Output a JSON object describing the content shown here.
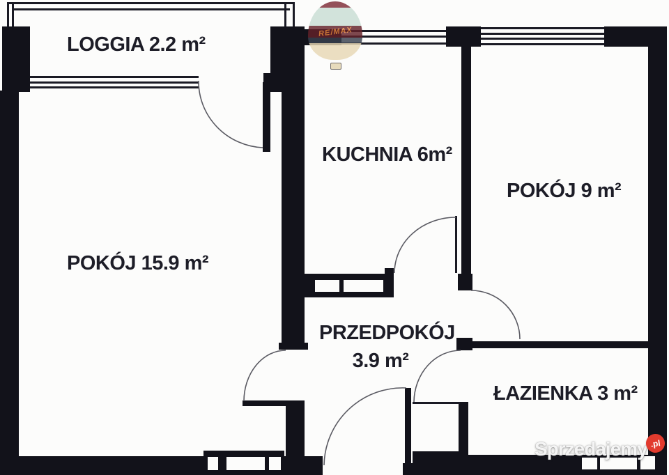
{
  "rooms": {
    "loggia": {
      "label": "LOGGIA 2.2 m²"
    },
    "kitchen": {
      "label": "KUCHNIA 6m²"
    },
    "room_small": {
      "label": "POKÓJ 9 m²"
    },
    "room_large": {
      "label": "POKÓJ 15.9 m²"
    },
    "hall": {
      "label": "PRZEDPOKÓJ",
      "area": "3.9 m²"
    },
    "bathroom": {
      "label": "ŁAZIENKA 3 m²"
    }
  },
  "watermarks": {
    "remax": {
      "text": "RE/MAX"
    },
    "portal": {
      "text": "Sprzedajemy",
      "suffix": ".pl"
    }
  },
  "colors": {
    "wall": "#12121a",
    "background": "#fcfcfb",
    "label_text": "#1d1d27",
    "portal_red": "#e23b2e",
    "balloon_mint": "#c9ded4",
    "balloon_maroon": "#632129",
    "balloon_cream": "#e8d8b5",
    "remax_orange": "#ee8a3d"
  }
}
